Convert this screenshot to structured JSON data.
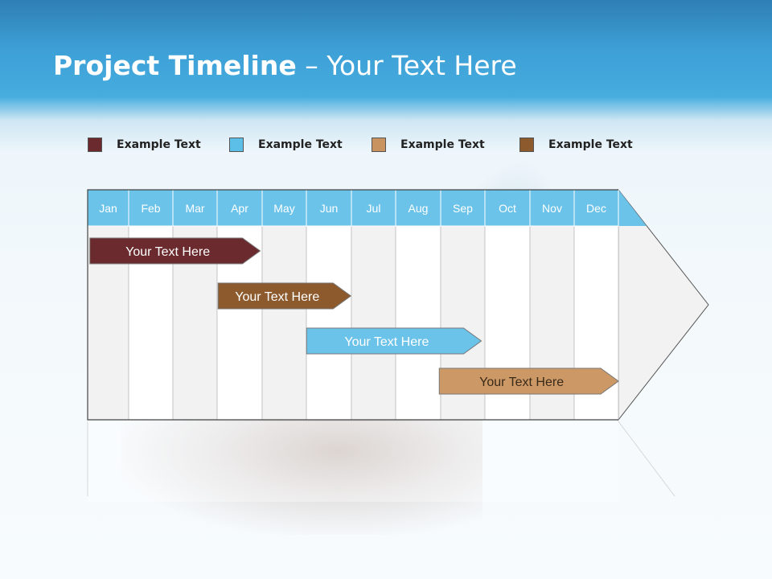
{
  "title": {
    "bold": "Project Timeline",
    "rest": " – Your Text Here"
  },
  "legend": [
    {
      "label": "Example Text",
      "color": "#6b2b2e"
    },
    {
      "label": "Example Text",
      "color": "#5bbfe8"
    },
    {
      "label": "Example Text",
      "color": "#c8935e"
    },
    {
      "label": "Example Text",
      "color": "#8c5a2c"
    }
  ],
  "months": [
    "Jan",
    "Feb",
    "Mar",
    "Apr",
    "May",
    "Jun",
    "Jul",
    "Aug",
    "Sep",
    "Oct",
    "Nov",
    "Dec"
  ],
  "colors": {
    "header": "#6cc3ea",
    "shaded_column": "#f2f2f2",
    "white_column": "#ffffff",
    "border": "#888888"
  },
  "tasks": [
    {
      "label": "Your  Text Here",
      "start": 0.05,
      "end": 3.9,
      "color": "#6b2b2e"
    },
    {
      "label": "Your  Text Here",
      "start": 2.95,
      "end": 5.95,
      "color": "#8c5a2c"
    },
    {
      "label": "Your  Text Here",
      "start": 4.95,
      "end": 8.9,
      "color": "#6cc3ea"
    },
    {
      "label": "Your  Text Here",
      "start": 7.95,
      "end": 12.0,
      "color": "#cc9866"
    }
  ]
}
